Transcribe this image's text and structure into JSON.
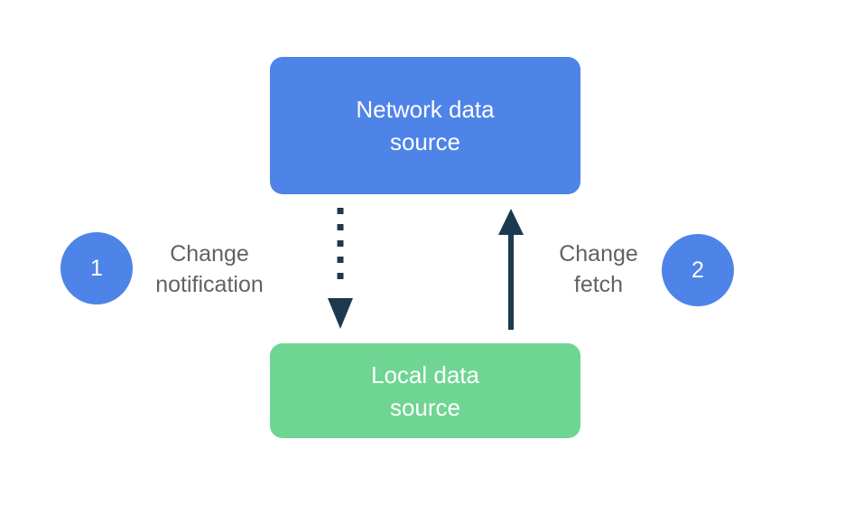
{
  "diagram": {
    "nodes": {
      "network": {
        "label": "Network data source",
        "fill": "#4E83E8",
        "text_color": "#FFFFFF"
      },
      "local": {
        "label": "Local data source",
        "fill": "#6FD592",
        "text_color": "#FFFFFF"
      }
    },
    "steps": [
      {
        "number": "1",
        "label": "Change notification",
        "arrow_style": "dotted",
        "arrow_direction": "network-to-local"
      },
      {
        "number": "2",
        "label": "Change fetch",
        "arrow_style": "solid",
        "arrow_direction": "local-to-network"
      }
    ],
    "colors": {
      "badge_fill": "#4E83E8",
      "badge_text": "#FFFFFF",
      "arrow": "#1C3A4F",
      "label_text": "#5F6368",
      "background": "#FFFFFF"
    }
  }
}
